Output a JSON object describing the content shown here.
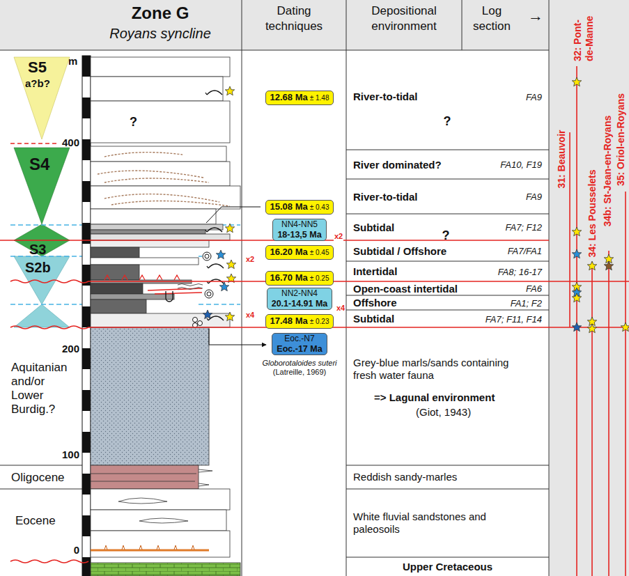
{
  "diagram": {
    "title": "Zone G",
    "nodes": [
      {
        "text": [
          "12.68 Ma",
          "± 1.48"
        ]
      },
      {
        "text": [
          "15.08 Ma",
          "± 0.43"
        ]
      },
      {
        "text": [
          "NN4-NN5",
          "18-13,5 Ma"
        ]
      },
      {
        "text": [
          "16.20 Ma",
          "± 0.45"
        ]
      },
      {
        "text": [
          "16.70 Ma",
          "± 0.25"
        ]
      },
      {
        "text": [
          "NN2-NN4",
          "20.1-14.91 Ma"
        ]
      },
      {
        "text": [
          "17.48 Ma",
          "± 0.23"
        ]
      },
      {
        "text": [
          "Eoc.-N7",
          "Eoc.-17 Ma"
        ]
      },
      {
        "text": [
          "River-to-tidal",
          "FA9",
          "?"
        ]
      },
      {
        "text": [
          "River dominated?",
          "FA10, F19"
        ]
      },
      {
        "text": [
          "River-to-tidal",
          "FA9"
        ]
      },
      {
        "text": [
          "Subtidal",
          "FA7; F12"
        ]
      },
      {
        "text": [
          "Subtidal / Offshore",
          "FA7/FA1"
        ]
      },
      {
        "text": [
          "Intertidal",
          "FA8; 16-17"
        ]
      },
      {
        "text": [
          "Open-coast intertidal",
          "FA6"
        ]
      },
      {
        "text": [
          "Offshore",
          "FA1; F2"
        ]
      },
      {
        "text": [
          "Subtidal",
          "FA7; F11, F14"
        ]
      },
      {
        "text": [
          "Grey-blue marls/sands containing fresh water fauna",
          "=> Lagunal environment",
          "(Giot, 1943)"
        ]
      },
      {
        "text": [
          "Reddish sandy-marles"
        ]
      },
      {
        "text": [
          "White fluvial sandstones and paleosoils"
        ]
      },
      {
        "text": [
          "Upper Cretaceous"
        ]
      }
    ],
    "labels": [
      "Royans syncline",
      "Dating techniques",
      "Depositional environment",
      "Log section",
      "→",
      "31: Beauvoir",
      "32: Pont-de-Manne",
      "34: Les Pousselets",
      "34b: St-Jean-en-Royans",
      "35: Oriol-en-Royans",
      "S5",
      "a?b?",
      "S4",
      "S3",
      "S2b",
      "m",
      "400",
      "200",
      "100",
      "0",
      "?",
      "Aquitanian and/or Lower Burdig.?",
      "Oligocene",
      "Eocene",
      "x2",
      "x2",
      "x4",
      "x4",
      "Globorotaloides suteri",
      "(Latreille, 1969)",
      "?"
    ]
  }
}
